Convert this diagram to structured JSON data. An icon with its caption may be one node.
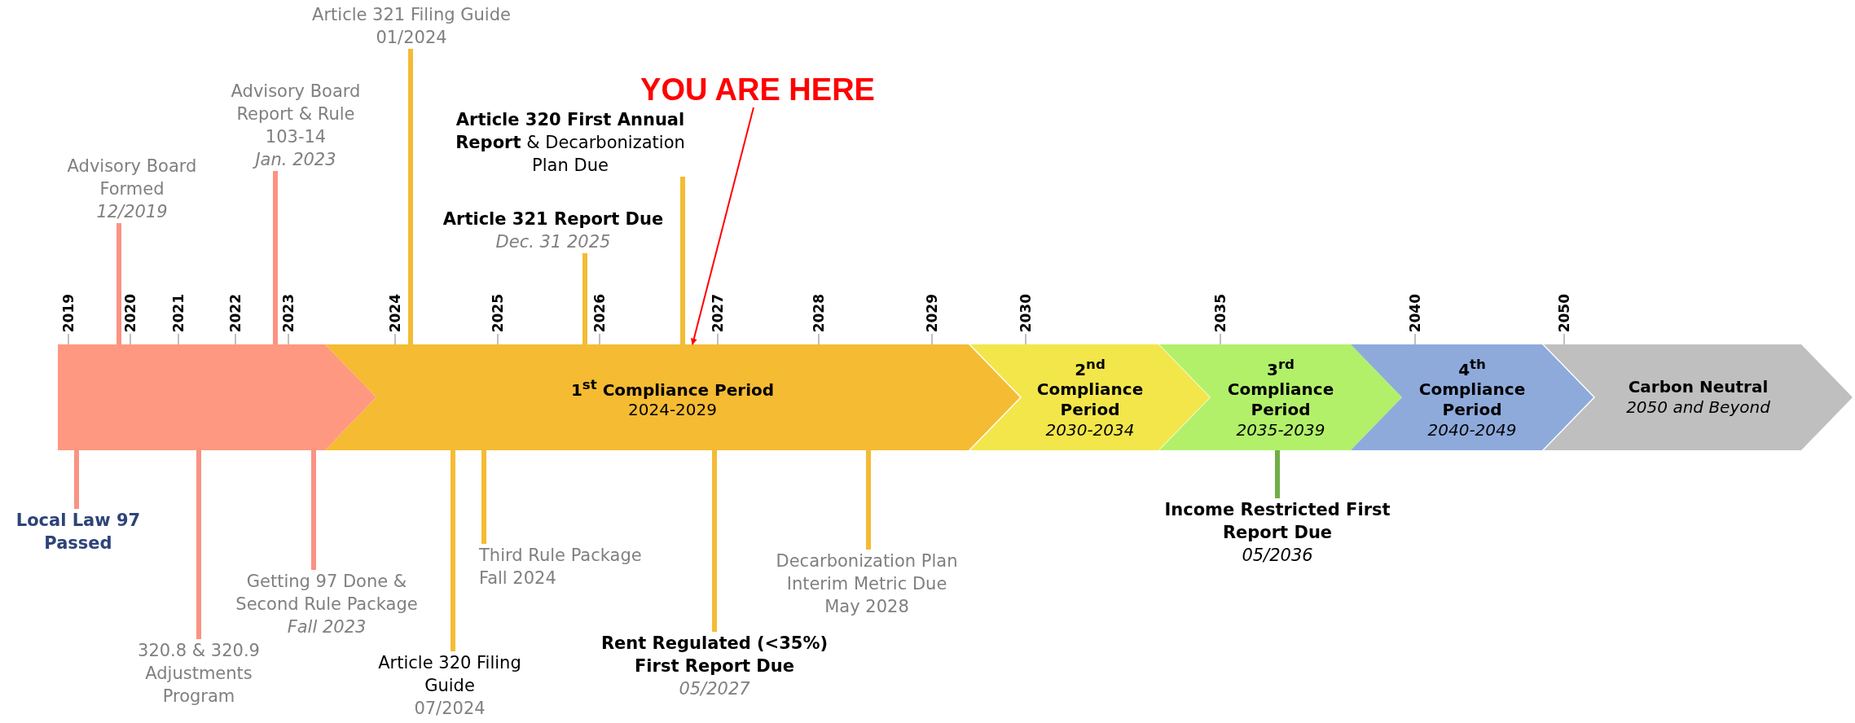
{
  "diagram": {
    "nodes": [
      {
        "text": [],
        "shape": "bar"
      },
      {
        "text": [
          "1$^{st}$ Compliance Period",
          "2024-2029"
        ]
      },
      {
        "text": [
          "2$^{nd}$ Compliance Period",
          "2030-2034"
        ]
      },
      {
        "text": [
          "3$^{rd}$ Compliance Period",
          "2035-2039"
        ]
      },
      {
        "text": [
          "4$^{th}$ Compliance Period",
          "2040-2049"
        ]
      },
      {
        "text": [
          "Carbon Neutral",
          "2050 and Beyond"
        ]
      },
      {
        "text": [
          "Advisory Board Formed",
          "12/2019"
        ]
      },
      {
        "text": [
          "Advisory Board Report & Rule 103-14",
          "Jan. 2023"
        ]
      },
      {
        "text": [
          "Article 321 Filing Guide",
          "01/2024"
        ]
      },
      {
        "text": [
          "**Article 320 First Annual Report** & Decarbonization Plan Due"
        ]
      },
      {
        "text": [
          "Article 321 Report Due",
          "Dec. 31 2025"
        ]
      },
      {
        "text": [
          "Local Law 97 Passed"
        ]
      },
      {
        "text": [
          "320.8 & 320.9 Adjustments Program"
        ]
      },
      {
        "text": [
          "Getting 97 Done & Second Rule Package",
          "Fall 2023"
        ]
      },
      {
        "text": [
          "Article 320 Filing Guide",
          "07/2024"
        ]
      },
      {
        "text": [
          "Third Rule Package",
          "Fall 2024"
        ]
      },
      {
        "text": [
          "Rent Regulated (<35%) First Report Due",
          "05/2027"
        ]
      },
      {
        "text": [
          "Decarbonization Plan Interim Metric Due",
          "May 2028"
        ]
      },
      {
        "text": [
          "Income Restricted First Report Due",
          "05/2036"
        ]
      },
      {
        "text": [
          "YOU ARE HERE"
        ]
      }
    ],
    "edges": [
      {
        "from": 6,
        "to": 0,
        "arrow": "none",
        "color": "#fa9383"
      },
      {
        "from": 7,
        "to": 0,
        "arrow": "none",
        "color": "#fa9383"
      },
      {
        "from": 8,
        "to": 1,
        "arrow": "none"
      },
      {
        "from": 9,
        "to": 1,
        "arrow": "none"
      },
      {
        "from": 10,
        "to": 1,
        "arrow": "none"
      },
      {
        "from": 11,
        "to": 0,
        "arrow": "none",
        "color": "#fa9383"
      },
      {
        "from": 12,
        "to": 0,
        "arrow": "none",
        "color": "#fa9383"
      },
      {
        "from": 13,
        "to": 0,
        "arrow": "none",
        "color": "#fa9383"
      },
      {
        "from": 14,
        "to": 1,
        "arrow": "none"
      },
      {
        "from": 15,
        "to": 1,
        "arrow": "none"
      },
      {
        "from": 16,
        "to": 1,
        "arrow": "none"
      },
      {
        "from": 17,
        "to": 1,
        "arrow": "none"
      },
      {
        "from": 18,
        "to": 3,
        "arrow": "none",
        "color": "#70ad47"
      },
      {
        "from": 19,
        "to": 1,
        "arrow": "to",
        "color": "#ff0000"
      }
    ],
    "labels": [
      "2019",
      "2020",
      "2021",
      "2022",
      "2023",
      "2024",
      "2025",
      "2026",
      "2027",
      "2028",
      "2029",
      "2030",
      "2035",
      "2040",
      "2050"
    ]
  }
}
